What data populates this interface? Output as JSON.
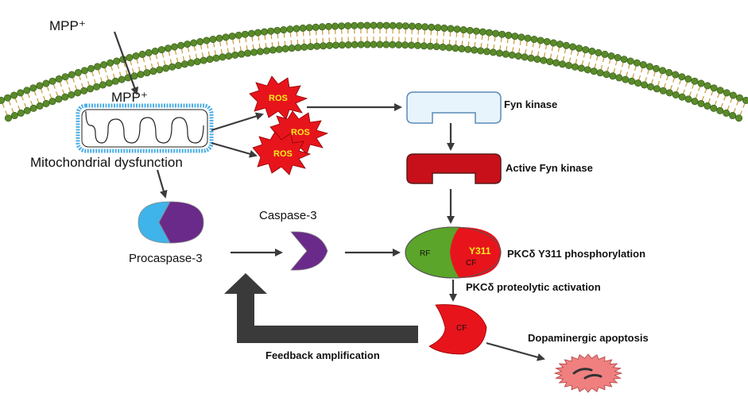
{
  "labels": {
    "mpp_outside": "MPP⁺",
    "mpp_inside": "MPP⁺",
    "mito": "Mitochondrial dysfunction",
    "ros": "ROS",
    "fyn": "Fyn kinase",
    "active_fyn": "Active Fyn kinase",
    "procaspase": "Procaspase-3",
    "caspase": "Caspase-3",
    "rf": "RF",
    "cf": "CF",
    "y311": "Y311",
    "pkc_phos": "PKCδ Y311 phosphorylation",
    "pkc_prot": "PKCδ proteolytic activation",
    "cf2": "CF",
    "feedback": "Feedback amplification",
    "apoptosis": "Dopaminergic apoptosis"
  },
  "colors": {
    "membrane_head": "#5a8a2a",
    "membrane_tail": "#c89a3a",
    "ros_fill": "#e8141c",
    "ros_text": "#f4ee1a",
    "fyn_fill": "#e8f4fb",
    "active_fyn_fill": "#c8101a",
    "procaspase_left": "#3eb4ea",
    "procaspase_right": "#6a2a8a",
    "pkc_green": "#5aa52a",
    "pkc_red": "#e8141c",
    "cf_fill": "#e8141c",
    "apoptotic_cell": "#f08080",
    "arrow": "#3a3a3a"
  },
  "icons": {
    "mitochondrion": "mitochondrion-icon",
    "ros": "ros-starburst-icon",
    "apoptotic_cell": "apoptotic-cell-icon"
  }
}
